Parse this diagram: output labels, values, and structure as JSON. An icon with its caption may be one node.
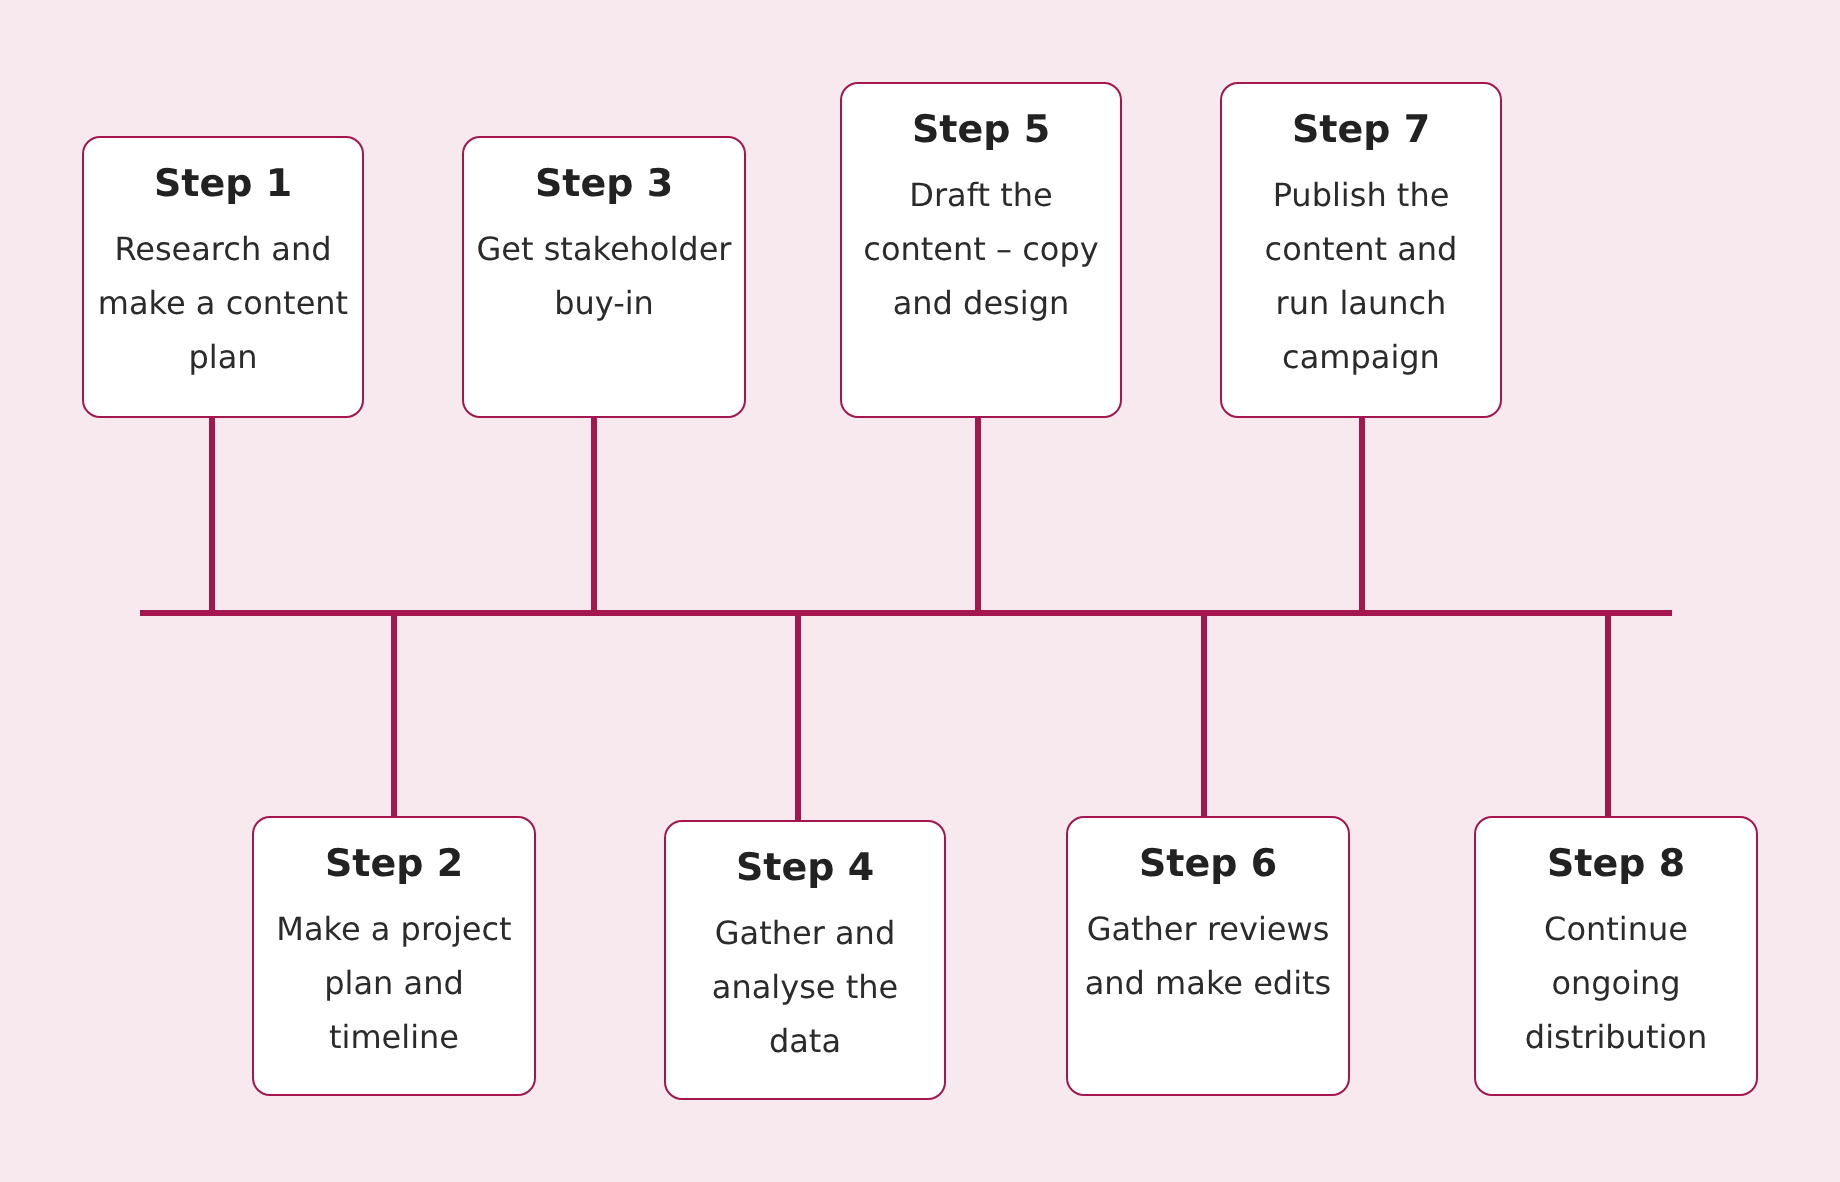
{
  "diagram": {
    "nodes": [
      {
        "text": [
          "Step 1",
          "Research and make a content plan"
        ]
      },
      {
        "text": [
          "Step 2",
          "Make a project plan and timeline"
        ]
      },
      {
        "text": [
          "Step 3",
          "Get stakeholder buy-in"
        ]
      },
      {
        "text": [
          "Step 4",
          "Gather and analyse the data"
        ]
      },
      {
        "text": [
          "Step 5",
          "Draft the content – copy and design"
        ]
      },
      {
        "text": [
          "Step 6",
          "Gather reviews and make edits"
        ]
      },
      {
        "text": [
          "Step 7",
          "Publish the content and run launch campaign"
        ]
      },
      {
        "text": [
          "Step 8",
          "Continue ongoing distribution"
        ]
      },
      {
        "text": [],
        "shape": "bar"
      }
    ],
    "edges": [
      {
        "from": 0,
        "to": 8,
        "arrow": "none"
      },
      {
        "from": 1,
        "to": 8,
        "arrow": "none"
      },
      {
        "from": 2,
        "to": 8,
        "arrow": "none"
      },
      {
        "from": 3,
        "to": 8,
        "arrow": "none"
      },
      {
        "from": 4,
        "to": 8,
        "arrow": "none"
      },
      {
        "from": 5,
        "to": 8,
        "arrow": "none"
      },
      {
        "from": 6,
        "to": 8,
        "arrow": "none"
      },
      {
        "from": 7,
        "to": 8,
        "arrow": "none"
      }
    ]
  }
}
